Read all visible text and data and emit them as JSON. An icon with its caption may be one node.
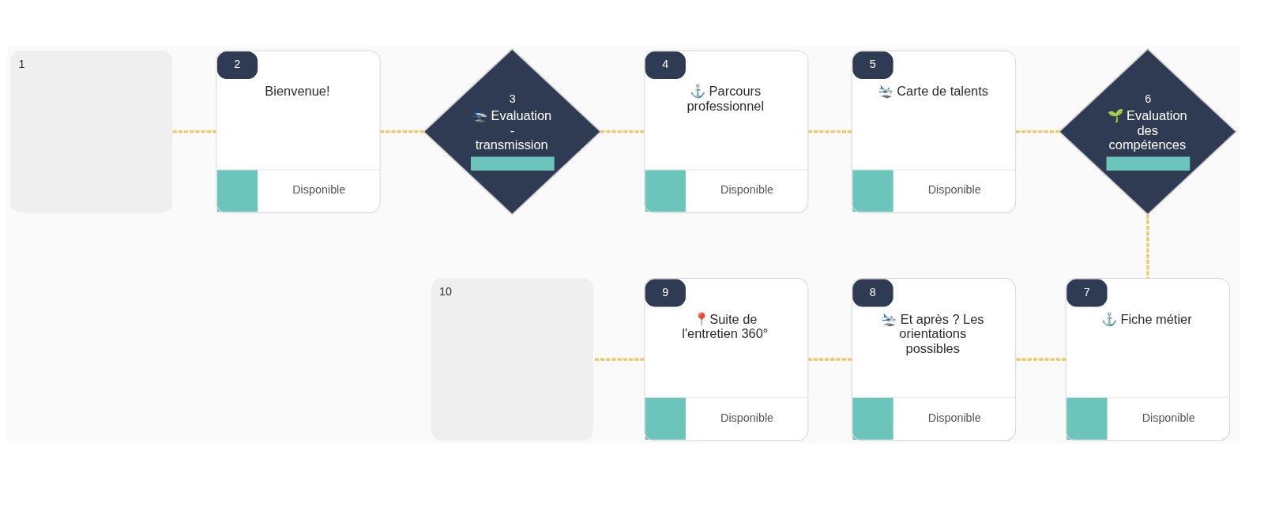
{
  "diagram": {
    "nodes": [
      {
        "text": [
          "1"
        ]
      },
      {
        "text": [
          "2",
          "Bienvenue!",
          "Disponible"
        ]
      },
      {
        "text": [
          "3",
          "🛬 Evaluation - transmission"
        ]
      },
      {
        "text": [
          "4",
          "⚓ Parcours professionnel",
          "Disponible"
        ]
      },
      {
        "text": [
          "5",
          "🛬 Carte de talents",
          "Disponible"
        ]
      },
      {
        "text": [
          "6",
          "🌱 Evaluation des compétences"
        ]
      },
      {
        "text": [
          "7",
          "⚓ Fiche métier",
          "Disponible"
        ]
      },
      {
        "text": [
          "8",
          "🛬 Et après ? Les orientations possibles",
          "Disponible"
        ]
      },
      {
        "text": [
          "9",
          "📍Suite de l'entretien 360°",
          "Disponible"
        ]
      },
      {
        "text": [
          "10"
        ]
      }
    ],
    "edges": [
      {
        "from": 0,
        "to": 1,
        "arrow": "none",
        "style": "dashed"
      },
      {
        "from": 1,
        "to": 2,
        "arrow": "none",
        "style": "dashed"
      },
      {
        "from": 2,
        "to": 3,
        "arrow": "none",
        "style": "dashed"
      },
      {
        "from": 3,
        "to": 4,
        "arrow": "none",
        "style": "dashed"
      },
      {
        "from": 4,
        "to": 5,
        "arrow": "none",
        "style": "dashed"
      },
      {
        "from": 5,
        "to": 6,
        "arrow": "none",
        "style": "dashed"
      },
      {
        "from": 6,
        "to": 7,
        "arrow": "none",
        "style": "dashed"
      },
      {
        "from": 7,
        "to": 8,
        "arrow": "none",
        "style": "dashed"
      },
      {
        "from": 8,
        "to": 9,
        "arrow": "none",
        "style": "dashed"
      }
    ]
  }
}
